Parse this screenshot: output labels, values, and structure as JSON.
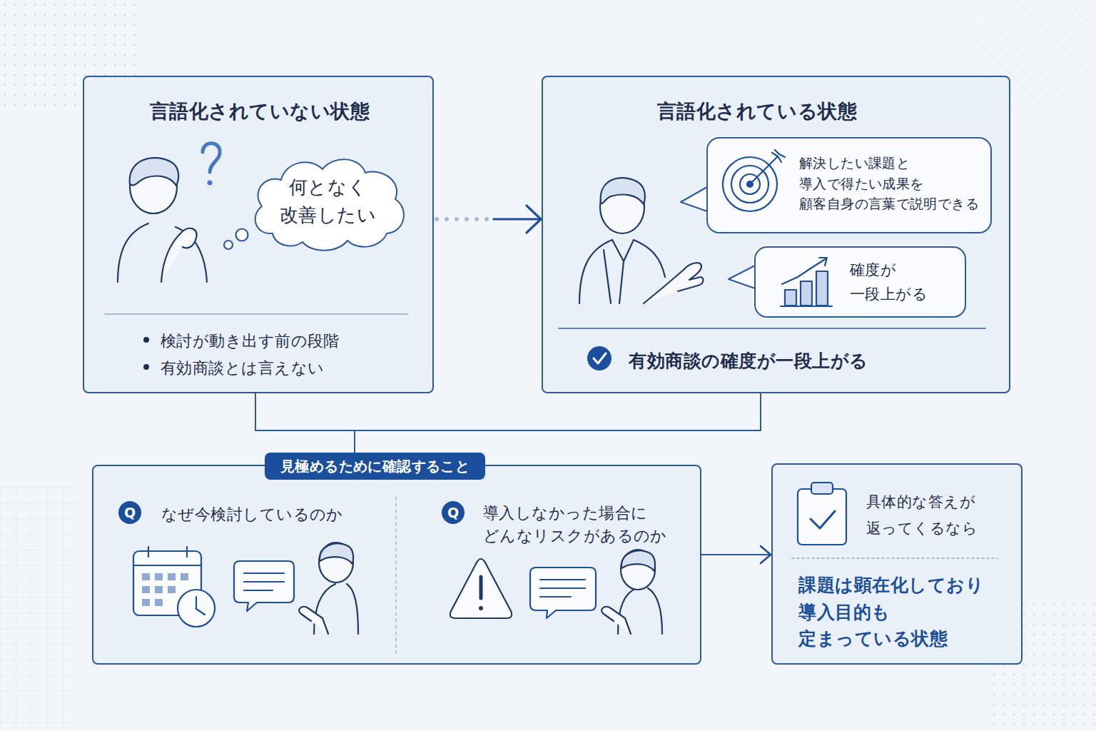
{
  "diagram": {
    "nodes": [
      {
        "text": [
          "言語化されていない状態",
          "検討が動き出す前の段階",
          "有効商談とは言えない"
        ]
      },
      {
        "text": [
          "何となく 改善したい"
        ],
        "in": 0
      },
      {
        "text": [
          "言語化されている状態",
          "有効商談の確度が一段上がる"
        ]
      },
      {
        "text": [
          "解決したい課題と 導入で得たい成果を 顧客自身の言葉で説明できる"
        ],
        "in": 2
      },
      {
        "text": [
          "確度が 一段上がる"
        ],
        "in": 2
      },
      {
        "text": [
          "見極めるために確認すること"
        ]
      },
      {
        "text": [
          "Q",
          "なぜ今検討しているのか"
        ],
        "in": 5
      },
      {
        "text": [
          "Q",
          "導入しなかった場合に どんなリスクがあるのか"
        ],
        "in": 5
      },
      {
        "text": [
          "具体的な答えが 返ってくるなら",
          "課題は顕在化しており 導入目的も 定まっている状態"
        ]
      }
    ],
    "edges": [
      {
        "from": 0,
        "to": 2,
        "arrow": "to"
      },
      {
        "from": 0,
        "to": 5,
        "arrow": "none"
      },
      {
        "from": 2,
        "to": 5,
        "arrow": "none"
      },
      {
        "from": 5,
        "to": 8,
        "arrow": "to"
      }
    ]
  }
}
